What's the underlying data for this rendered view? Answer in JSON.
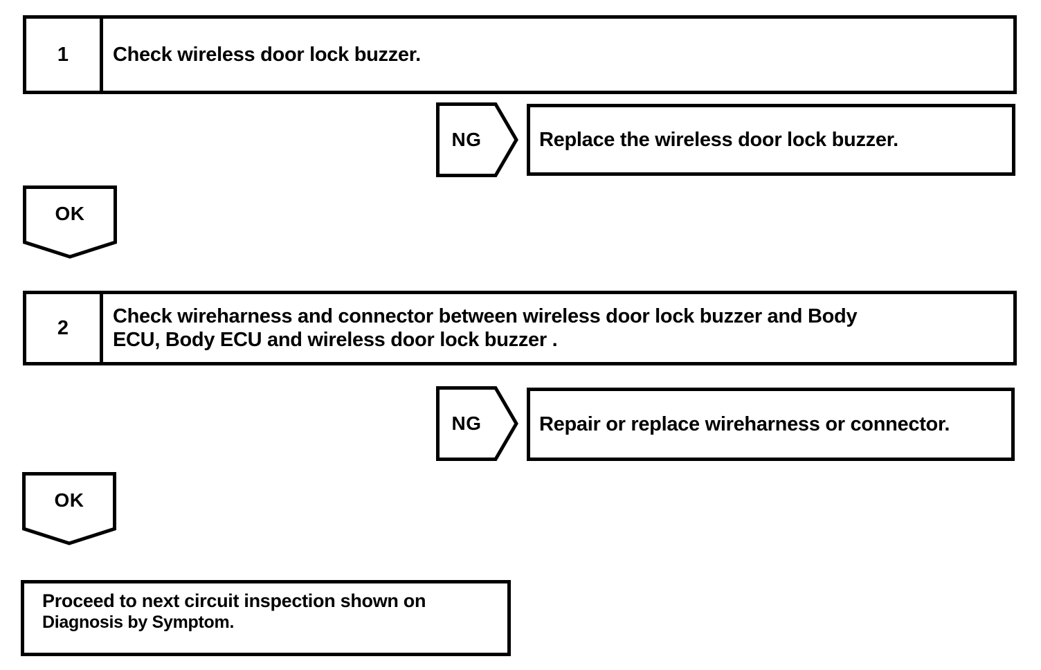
{
  "colors": {
    "ink": "#000000",
    "paper": "#ffffff"
  },
  "steps": [
    {
      "number": "1",
      "instruction": "Check wireless door lock buzzer."
    },
    {
      "number": "2",
      "instruction_line1": "Check wireharness and connector between wireless door lock buzzer and Body",
      "instruction_line2": "ECU, Body ECU and wireless door lock buzzer ."
    }
  ],
  "connectors": {
    "ng1": {
      "label": "NG",
      "result": "Replace the wireless door lock buzzer."
    },
    "ok1": {
      "label": "OK"
    },
    "ng2": {
      "label": "NG",
      "result": "Repair or replace wireharness or connector."
    },
    "ok2": {
      "label": "OK"
    }
  },
  "end_box": {
    "line1": "Proceed to next circuit inspection shown on",
    "line2": "Diagnosis by Symptom."
  }
}
